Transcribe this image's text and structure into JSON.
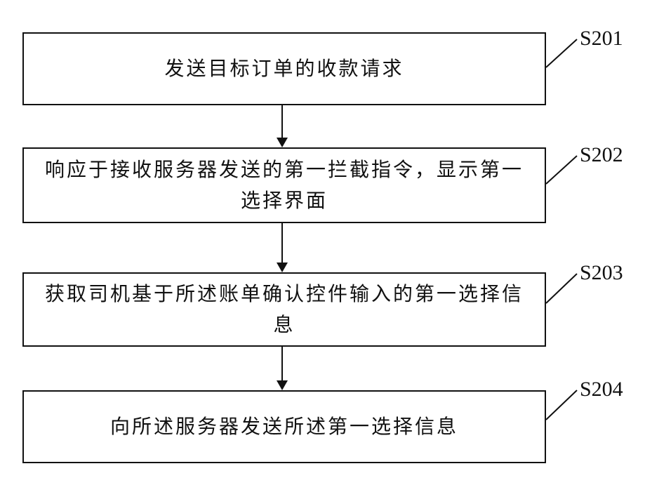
{
  "steps": [
    {
      "id": "S201",
      "text": "发送目标订单的收款请求"
    },
    {
      "id": "S202",
      "text": "响应于接收服务器发送的第一拦截指令，显示第一选择界面"
    },
    {
      "id": "S203",
      "text": "获取司机基于所述账单确认控件输入的第一选择信息"
    },
    {
      "id": "S204",
      "text": "向所述服务器发送所述第一选择信息"
    }
  ],
  "colors": {
    "line": "#111111",
    "background": "#ffffff"
  }
}
